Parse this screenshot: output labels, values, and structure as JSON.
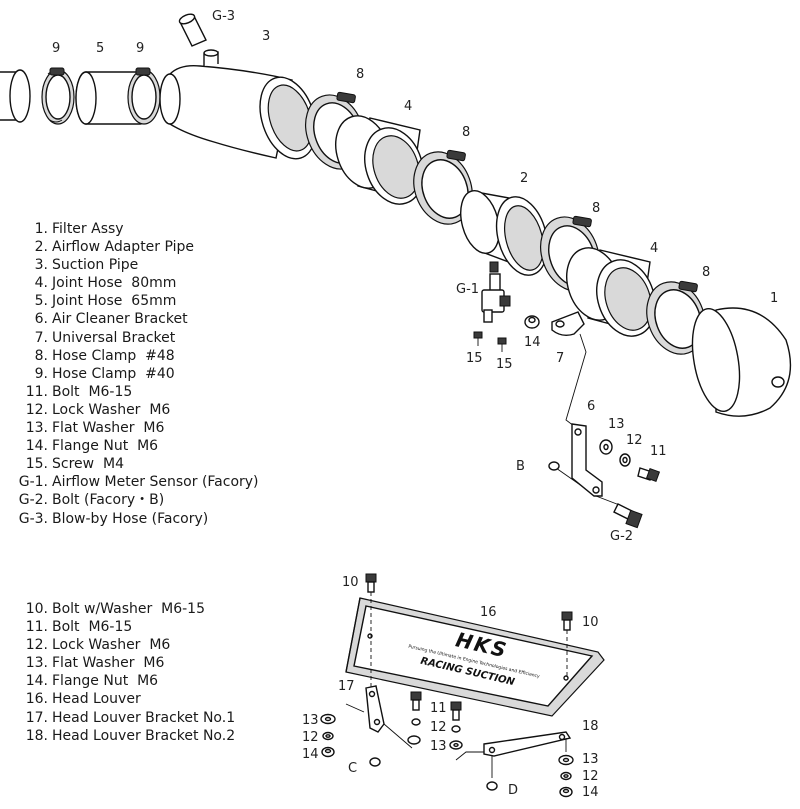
{
  "callouts": {
    "c9a": "9",
    "c5": "5",
    "c9b": "9",
    "cG3": "G-3",
    "c3": "3",
    "c8a": "8",
    "c4a": "4",
    "c8b": "8",
    "c2": "2",
    "c8c": "8",
    "c4b": "4",
    "c8d": "8",
    "c1": "1",
    "cG1": "G-1",
    "c15a": "15",
    "c15b": "15",
    "c14": "14",
    "c7": "7",
    "c6": "6",
    "c13": "13",
    "c12": "12",
    "c11": "11",
    "cB": "B",
    "cG2": "G-2",
    "c10a": "10",
    "c16": "16",
    "c10b": "10",
    "c17": "17",
    "c11b": "11",
    "c12b": "12",
    "c13b": "13",
    "c14b": "14",
    "c12c": "12",
    "c13c": "13",
    "c18": "18",
    "c13d": "13",
    "c12d": "12",
    "c14d": "14",
    "cC": "C",
    "cD": "D"
  },
  "louver_text": {
    "brand": "HKS",
    "tagline": "Pursuing the Ultimate in Engine Technologies and Efficiency",
    "product": "RACING SUCTION"
  },
  "legend_top": [
    {
      "num": "1.",
      "name": "Filter Assy"
    },
    {
      "num": "2.",
      "name": "Airflow Adapter Pipe"
    },
    {
      "num": "3.",
      "name": "Suction Pipe"
    },
    {
      "num": "4.",
      "name": "Joint Hose  80mm"
    },
    {
      "num": "5.",
      "name": "Joint Hose  65mm"
    },
    {
      "num": "6.",
      "name": "Air Cleaner Bracket"
    },
    {
      "num": "7.",
      "name": "Universal Bracket"
    },
    {
      "num": "8.",
      "name": "Hose Clamp  #48"
    },
    {
      "num": "9.",
      "name": "Hose Clamp  #40"
    },
    {
      "num": "11.",
      "name": "Bolt  M6-15"
    },
    {
      "num": "12.",
      "name": "Lock Washer  M6"
    },
    {
      "num": "13.",
      "name": "Flat Washer  M6"
    },
    {
      "num": "14.",
      "name": "Flange Nut  M6"
    },
    {
      "num": "15.",
      "name": "Screw  M4"
    },
    {
      "num": "G-1.",
      "name": "Airflow Meter Sensor (Facory)"
    },
    {
      "num": "G-2.",
      "name": "Bolt (Facory・B)"
    },
    {
      "num": "G-3.",
      "name": "Blow-by Hose (Facory)"
    }
  ],
  "legend_bottom": [
    {
      "num": "10.",
      "name": "Bolt w/Washer  M6-15"
    },
    {
      "num": "11.",
      "name": "Bolt  M6-15"
    },
    {
      "num": "12.",
      "name": "Lock Washer  M6"
    },
    {
      "num": "13.",
      "name": "Flat Washer  M6"
    },
    {
      "num": "14.",
      "name": "Flange Nut  M6"
    },
    {
      "num": "16.",
      "name": "Head Louver"
    },
    {
      "num": "17.",
      "name": "Head Louver Bracket No.1"
    },
    {
      "num": "18.",
      "name": "Head Louver Bracket No.2"
    }
  ]
}
